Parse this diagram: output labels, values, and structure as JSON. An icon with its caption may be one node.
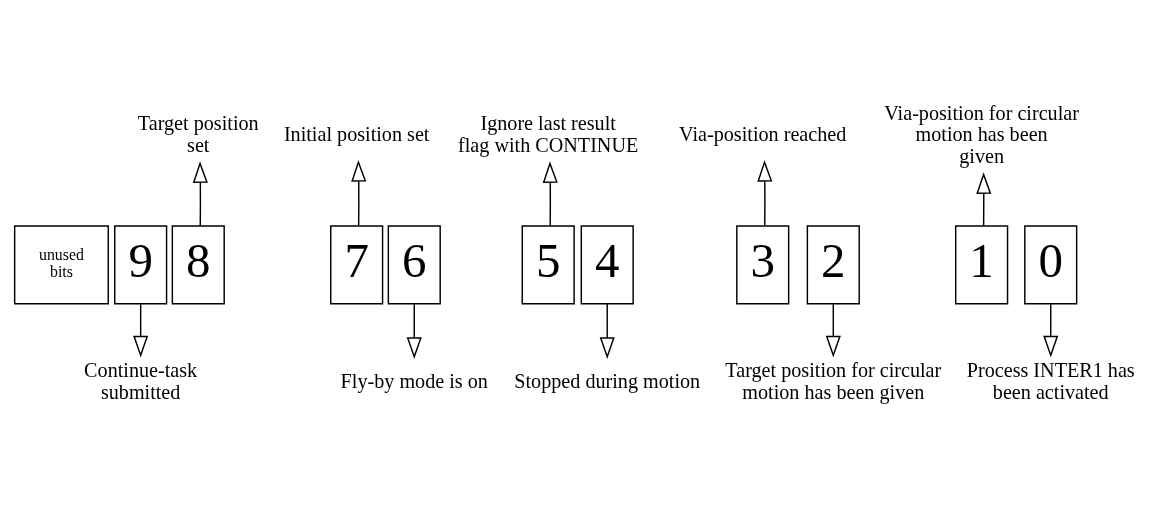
{
  "diagram": {
    "nodes": [
      {
        "text": [
          "unused bits"
        ]
      },
      {
        "text": [
          "9"
        ]
      },
      {
        "text": [
          "8"
        ]
      },
      {
        "text": [
          "7"
        ]
      },
      {
        "text": [
          "6"
        ]
      },
      {
        "text": [
          "5"
        ]
      },
      {
        "text": [
          "4"
        ]
      },
      {
        "text": [
          "3"
        ]
      },
      {
        "text": [
          "2"
        ]
      },
      {
        "text": [
          "1"
        ]
      },
      {
        "text": [
          "0"
        ]
      },
      {
        "text": [
          "Target position set"
        ]
      },
      {
        "text": [
          "Initial position set"
        ]
      },
      {
        "text": [
          "Ignore last result flag with CONTINUE"
        ]
      },
      {
        "text": [
          "Via-position reached"
        ]
      },
      {
        "text": [
          "Via-position for circular motion has been given"
        ]
      },
      {
        "text": [
          "Continue-task submitted"
        ]
      },
      {
        "text": [
          "Fly-by mode is on"
        ]
      },
      {
        "text": [
          "Stopped during motion"
        ]
      },
      {
        "text": [
          "Process INTER1 has been activated"
        ]
      },
      {
        "text": [
          "Target position for circular motion has been given"
        ]
      }
    ],
    "edges": [
      {
        "from": 2,
        "to": 11,
        "arrow": "to"
      },
      {
        "from": 3,
        "to": 12,
        "arrow": "to"
      },
      {
        "from": 5,
        "to": 13,
        "arrow": "to"
      },
      {
        "from": 7,
        "to": 14,
        "arrow": "to"
      },
      {
        "from": 9,
        "to": 15,
        "arrow": "to"
      },
      {
        "from": 1,
        "to": 16,
        "arrow": "to"
      },
      {
        "from": 4,
        "to": 17,
        "arrow": "to"
      },
      {
        "from": 6,
        "to": 18,
        "arrow": "to"
      },
      {
        "from": 10,
        "to": 19,
        "arrow": "to"
      },
      {
        "from": 8,
        "to": 20,
        "arrow": "to"
      }
    ]
  }
}
